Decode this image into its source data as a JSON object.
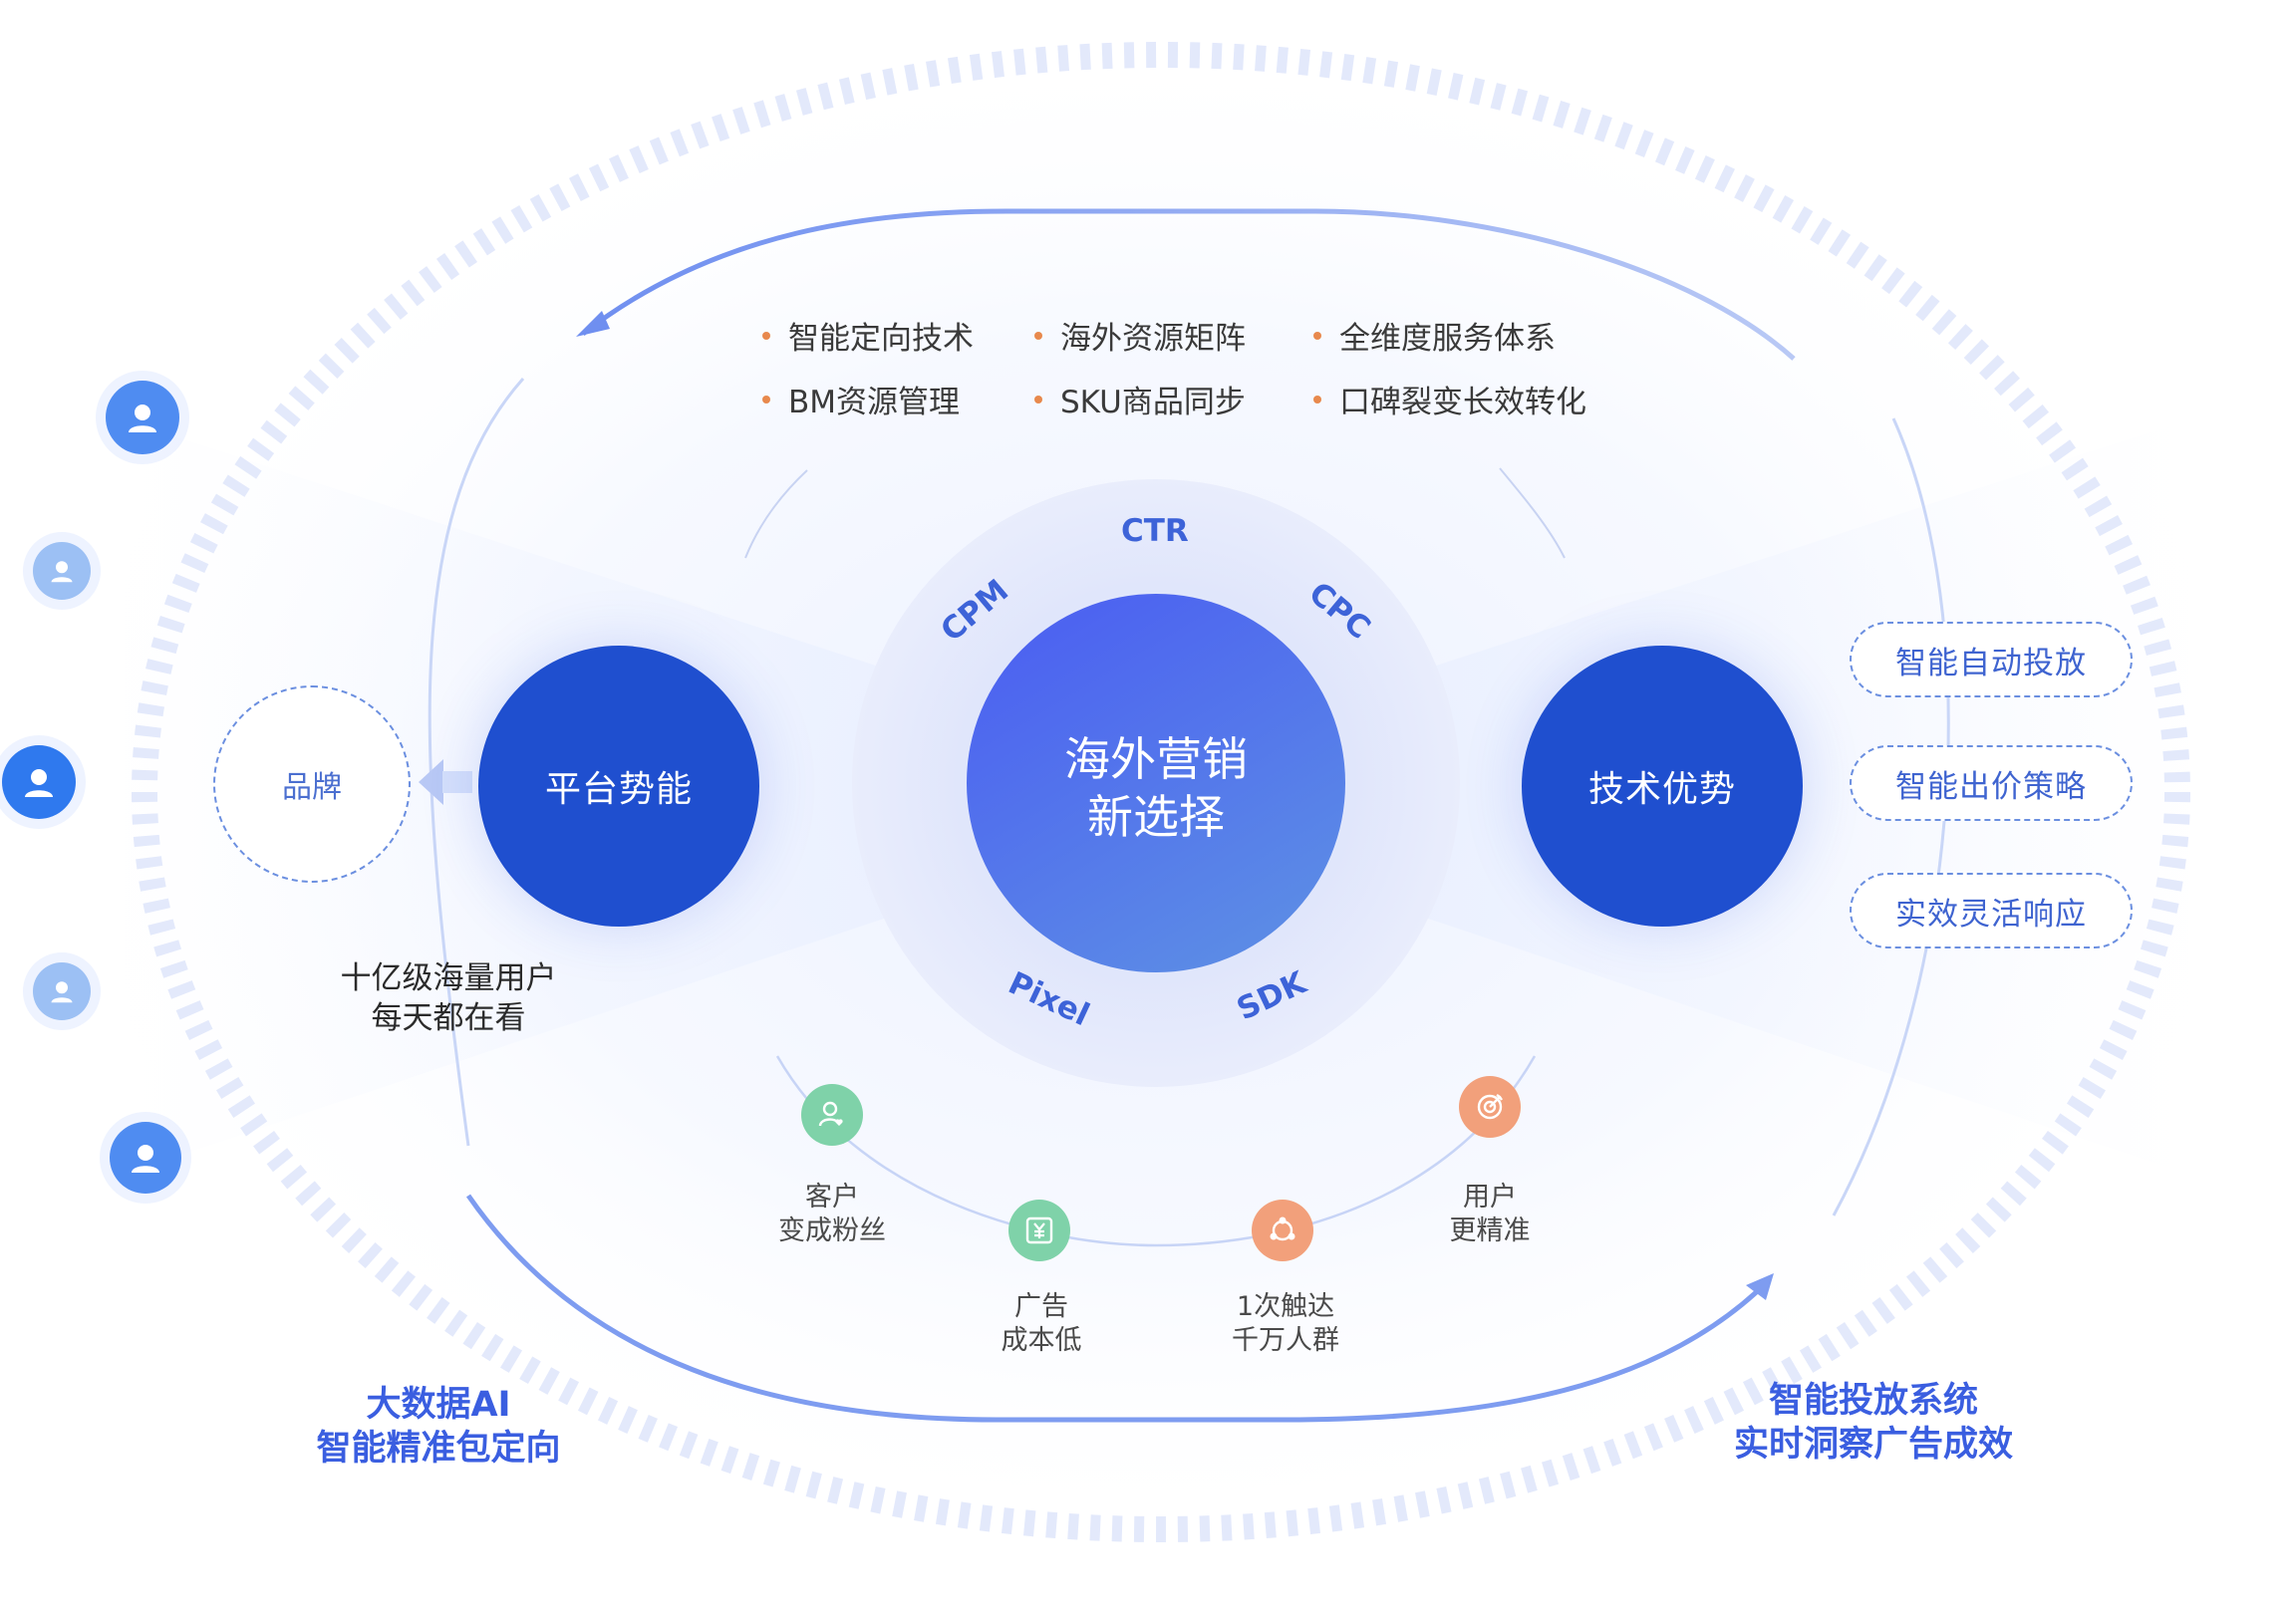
{
  "center": {
    "line1": "海外营销",
    "line2": "新选择"
  },
  "metrics": [
    "CTR",
    "CPC",
    "CPM",
    "Pixel",
    "SDK"
  ],
  "left_circle": {
    "label": "平台势能"
  },
  "right_circle": {
    "label": "技术优势"
  },
  "brand_label": "品牌",
  "left_caption": {
    "line1": "十亿级海量用户",
    "line2": "每天都在看"
  },
  "features": [
    "智能定向技术",
    "海外资源矩阵",
    "全维度服务体系",
    "BM资源管理",
    "SKU商品同步",
    "口碑裂变长效转化"
  ],
  "right_pills": [
    "智能自动投放",
    "智能出价策略",
    "实效灵活响应"
  ],
  "bottom_items": [
    {
      "line1": "客户",
      "line2": "变成粉丝",
      "icon": "user-heart-icon",
      "color": "#7fd2a9"
    },
    {
      "line1": "广告",
      "line2": "成本低",
      "icon": "yuan-icon",
      "color": "#7fd2a9"
    },
    {
      "line1": "1次触达",
      "line2": "千万人群",
      "icon": "people-reach-icon",
      "color": "#f2a07b"
    },
    {
      "line1": "用户",
      "line2": "更精准",
      "icon": "target-icon",
      "color": "#f2a07b"
    }
  ],
  "bottom_left_caption": {
    "line1": "大数据AI",
    "line2": "智能精准包定向"
  },
  "bottom_right_caption": {
    "line1": "智能投放系统",
    "line2": "实时洞察广告成效"
  },
  "colors": {
    "primary_blue": "#1f4fcf",
    "accent_blue": "#3a5ee0",
    "gradient_top": "#4a5cf2",
    "gradient_bottom": "#5b8ae6",
    "bullet_orange": "#e8894d"
  }
}
